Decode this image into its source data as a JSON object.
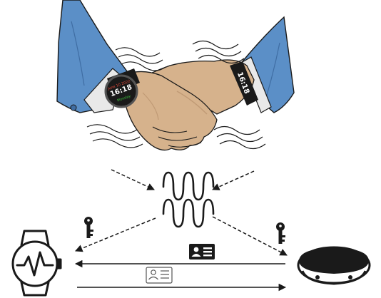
{
  "diagram": {
    "smartwatch_display": {
      "time": "16:18",
      "date": "June 10 2022",
      "sub": "Monday",
      "time_color": "#ffffff",
      "date_color": "#e84a3a",
      "sub_color": "#3fbf3f"
    },
    "band_display": {
      "time": "16:18"
    },
    "icons": [
      "handshake-illustration",
      "vibration-wave-icon",
      "key-icon",
      "id-card-icon",
      "heart-rate-watch-icon",
      "fitness-band-icon"
    ],
    "colors": {
      "sleeve": "#5b8fc7",
      "sleeve_dark": "#3f6da3",
      "cuff": "#e9e9e9",
      "skin": "#d6b28c",
      "skin_shadow": "#c09a75",
      "stroke": "#1a1a1a"
    }
  }
}
